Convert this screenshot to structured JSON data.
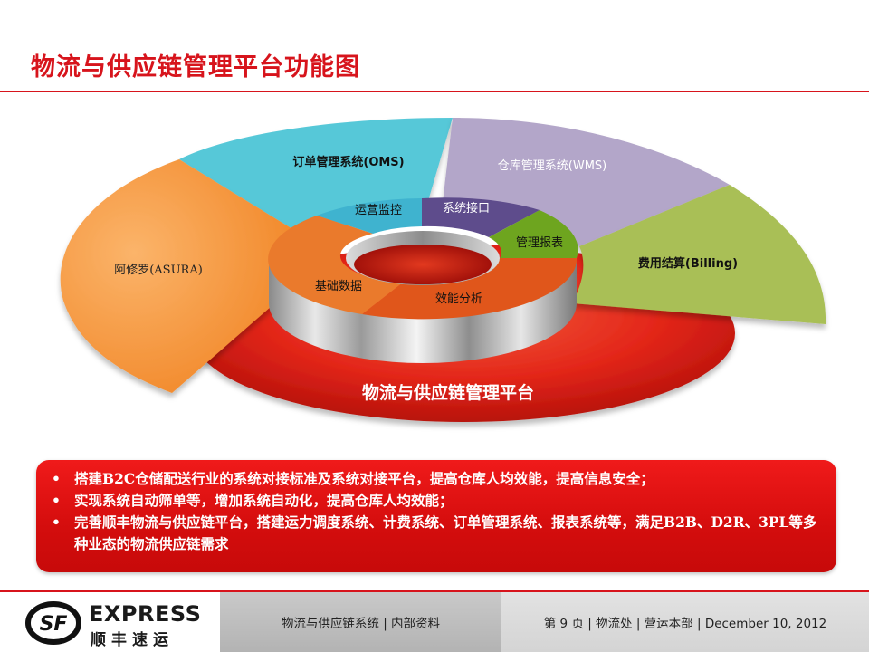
{
  "title": "物流与供应链管理平台功能图",
  "diagram": {
    "center_label": "物流与供应链管理平台",
    "outer_segments": [
      {
        "label": "订单管理系统(OMS)",
        "color": "#56c8d8"
      },
      {
        "label": "仓库管理系统(WMS)",
        "color": "#b3a6c9"
      },
      {
        "label": "费用结算(Billing)",
        "color": "#a9bf57"
      },
      {
        "label": "阿修罗(ASURA)",
        "color": "#f7963a"
      }
    ],
    "inner_segments": [
      {
        "label": "运营监控",
        "color": "#3fb3cf"
      },
      {
        "label": "系统接口",
        "color": "#5e4c8c"
      },
      {
        "label": "管理报表",
        "color": "#6ea51f"
      },
      {
        "label": "效能分析",
        "color": "#e0561b"
      },
      {
        "label": "基础数据",
        "color": "#ea7a2c"
      }
    ]
  },
  "bullets": [
    "搭建B2C仓储配送行业的系统对接标准及系统对接平台，提高仓库人均效能，提高信息安全；",
    "实现系统自动筛单等，增加系统自动化，提高仓库人均效能；",
    "完善顺丰物流与供应链平台，搭建运力调度系统、计费系统、订单管理系统、报表系统等，满足B2B、D2R、3PL等多种业态的物流供应链需求"
  ],
  "footer": {
    "logo_en": "EXPRESS",
    "logo_cn": "顺丰速运",
    "logo_mark": "SF",
    "middle": "物流与供应链系统 | 内部资料",
    "right": "第 9 页 | 物流处 | 营运本部 | December 10, 2012"
  },
  "colors": {
    "accent": "#d7141c"
  }
}
